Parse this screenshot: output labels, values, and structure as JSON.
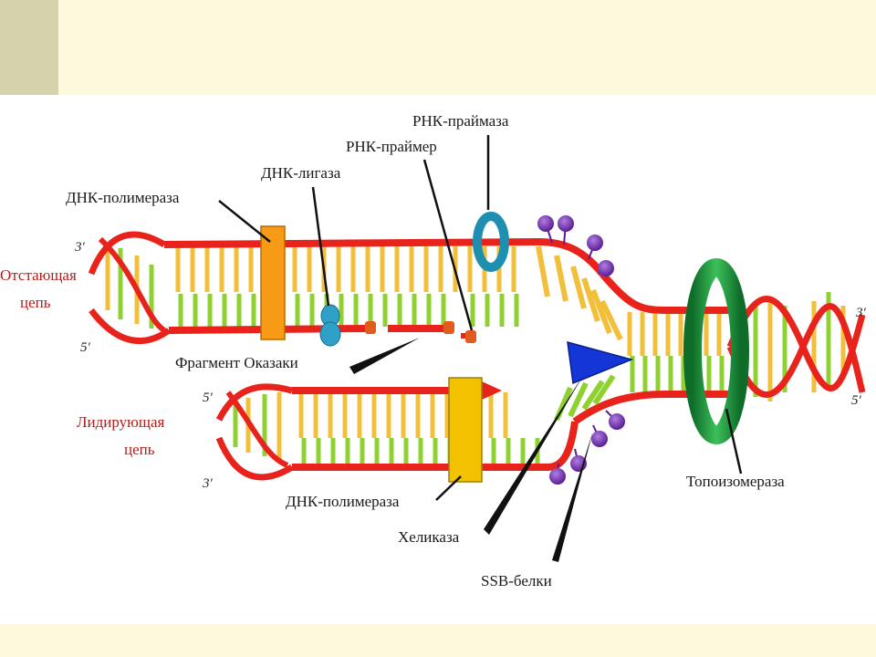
{
  "labels": {
    "rna_primase": "РНК-праймаза",
    "rna_primer": "РНК-праймер",
    "dna_ligase": "ДНК-лигаза",
    "dna_polymerase_top": "ДНК-полимераза",
    "lagging_1": "Отстающая",
    "lagging_2": "цепь",
    "okazaki": "Фрагмент Оказаки",
    "leading_1": "Лидирующая",
    "leading_2": "цепь",
    "dna_polymerase_bottom": "ДНК-полимераза",
    "helicase": "Хеликаза",
    "ssb": "SSB-белки",
    "topoisomerase": "Топоизомераза"
  },
  "ends": {
    "top_left_3": "3′",
    "top_left_5": "5′",
    "bottom_left_5": "5′",
    "bottom_left_3": "3′",
    "right_3": "3′",
    "right_5": "5′"
  },
  "colors": {
    "backbone": "#e8231c",
    "base_yellow": "#f2bf3a",
    "base_green": "#8fd130",
    "polymerase": "#f79a16",
    "polymerase_bottom": "#f2c200",
    "ligase": "#2fa0c8",
    "primase": "#1e8fb0",
    "helicase": "#1436d6",
    "ssb": "#7b2fb5",
    "topoisomerase": "#1f9a3a",
    "primer": "#e25a1c"
  }
}
